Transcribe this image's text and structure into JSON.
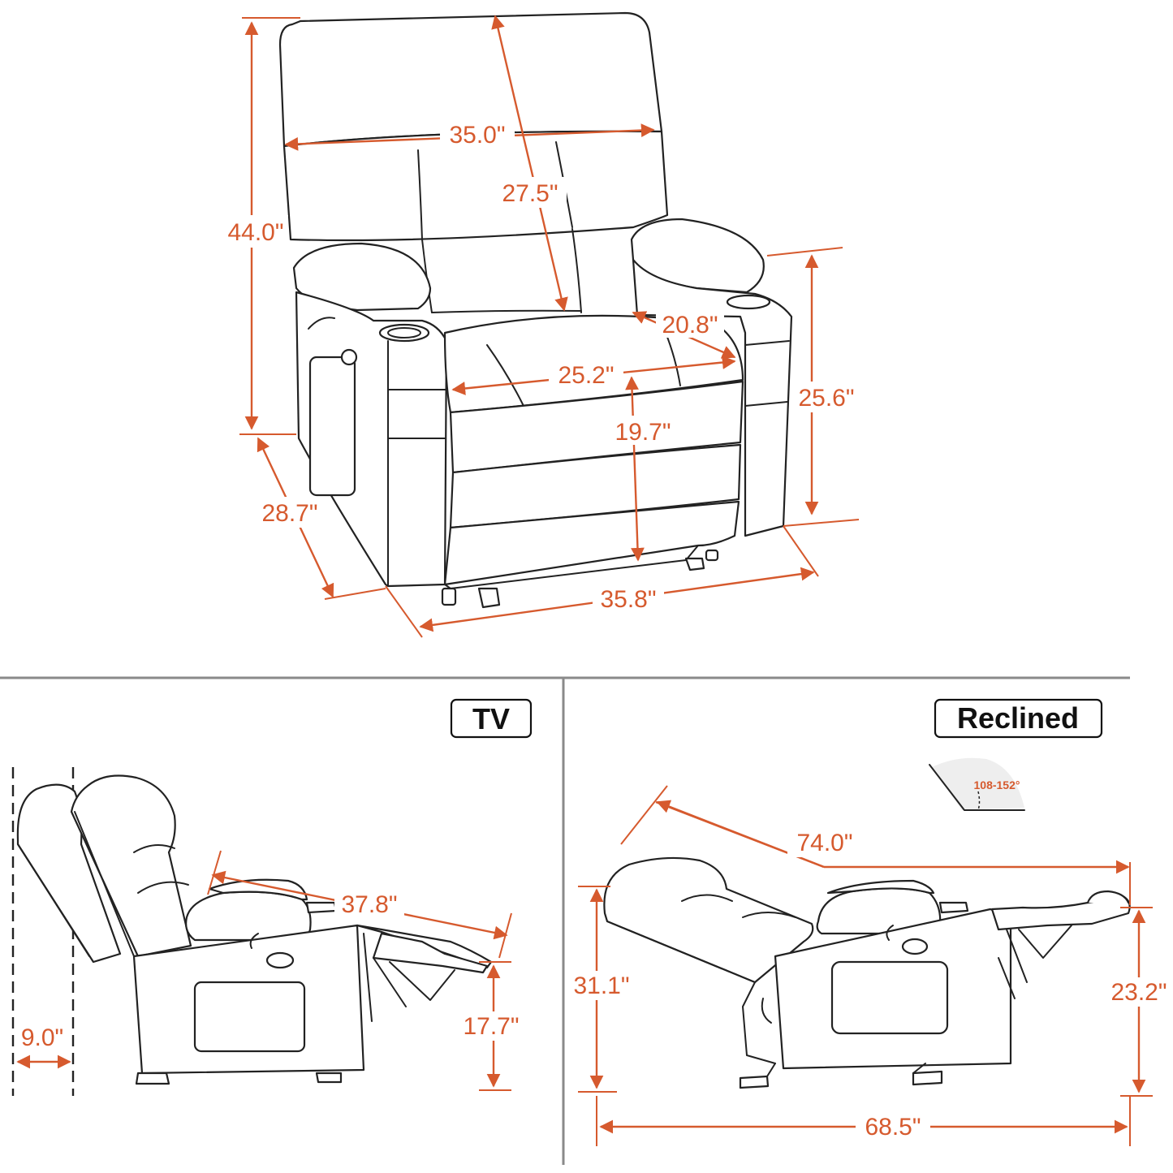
{
  "colors": {
    "accent": "#d65a2e",
    "line": "#222222",
    "divider": "#8a8a8a"
  },
  "panels": {
    "tv": {
      "title": "TV"
    },
    "reclined": {
      "title": "Reclined"
    }
  },
  "dimensions": {
    "front": {
      "height_total": "44.0\"",
      "back_width": "35.0\"",
      "back_height": "27.5\"",
      "seat_depth": "20.8\"",
      "seat_width": "25.2\"",
      "seat_height": "19.7\"",
      "arm_height": "25.6\"",
      "depth": "28.7\"",
      "width": "35.8\""
    },
    "tv": {
      "wall_clearance": "9.0\"",
      "length": "37.8\"",
      "footrest_height": "17.7\""
    },
    "reclined": {
      "angle": "108-152°",
      "length": "74.0\"",
      "height": "31.1\"",
      "footrest_height": "23.2\"",
      "floor_length": "68.5\""
    }
  }
}
